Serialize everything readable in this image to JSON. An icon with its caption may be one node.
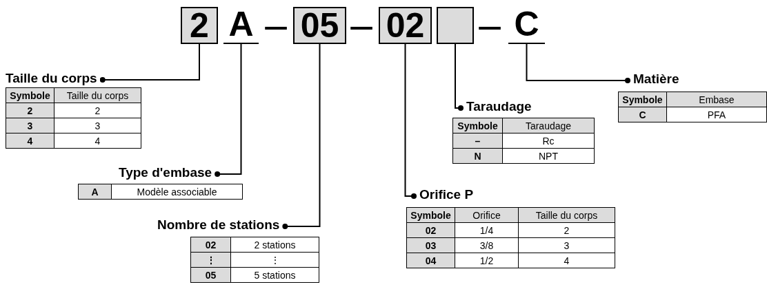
{
  "diagram": {
    "nodes": [
      {
        "text": [
          "2"
        ]
      },
      {
        "text": [
          "A"
        ]
      },
      {
        "text": [
          "05"
        ]
      },
      {
        "text": [
          "02"
        ]
      },
      {
        "text": [],
        "shape": "box"
      },
      {
        "text": [
          "C"
        ]
      },
      {
        "text": [
          "Taille du corps"
        ]
      },
      {
        "text": [
          "Type d'embase"
        ]
      },
      {
        "text": [
          "Nombre de stations"
        ]
      },
      {
        "text": [
          "Orifice P"
        ]
      },
      {
        "text": [
          "Taraudage"
        ]
      },
      {
        "text": [
          "Matière"
        ]
      }
    ],
    "edges": [
      {
        "from": 6,
        "to": 0,
        "arrow": "other"
      },
      {
        "from": 7,
        "to": 1,
        "arrow": "other"
      },
      {
        "from": 8,
        "to": 2,
        "arrow": "other"
      },
      {
        "from": 9,
        "to": 3,
        "arrow": "other"
      },
      {
        "from": 10,
        "to": 4,
        "arrow": "other"
      },
      {
        "from": 11,
        "to": 5,
        "arrow": "other"
      }
    ],
    "labels": [
      "–",
      "–",
      "–",
      "Symbole",
      "Taille du corps",
      "2",
      "2",
      "3",
      "3",
      "4",
      "4",
      "Symbole",
      "Embase",
      "C",
      "PFA",
      "Symbole",
      "Taraudage",
      "–",
      "Rc",
      "N",
      "NPT",
      "A",
      "Modèle associable",
      "Symbole",
      "Orifice",
      "Taille du corps",
      "02",
      "1/4",
      "2",
      "03",
      "3/8",
      "3",
      "04",
      "1/2",
      "4",
      "02",
      "2 stations",
      "⋮",
      "⋮",
      "05",
      "5 stations"
    ]
  }
}
